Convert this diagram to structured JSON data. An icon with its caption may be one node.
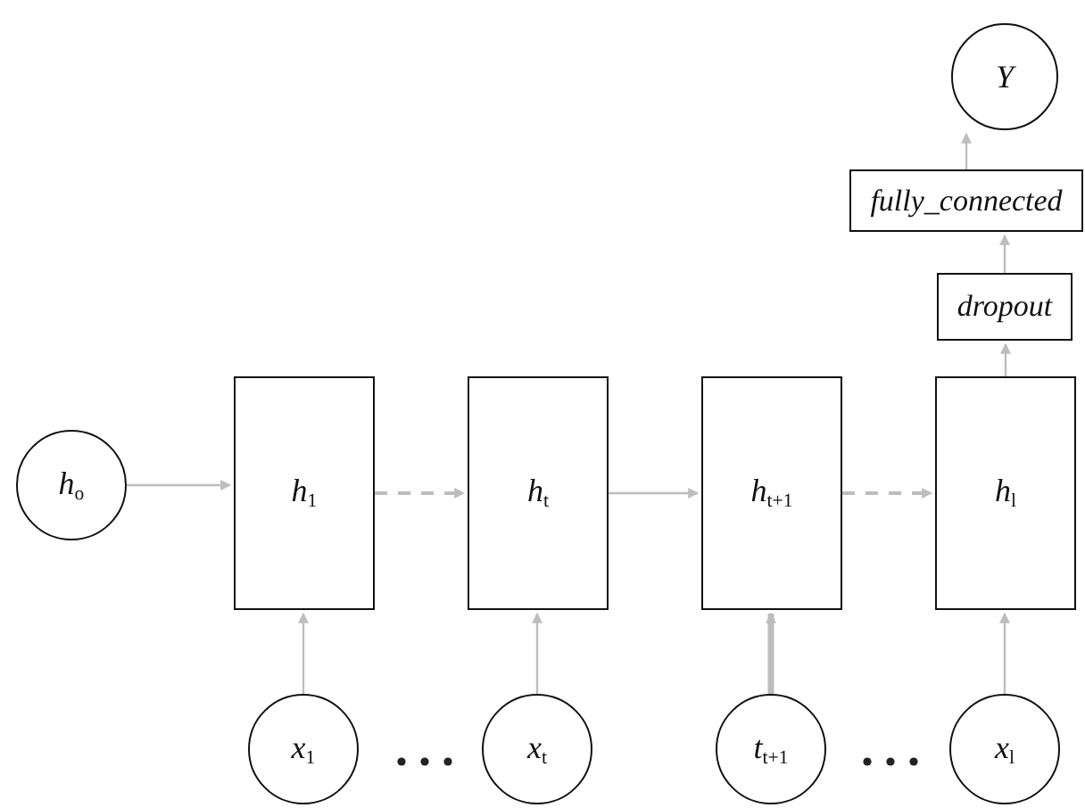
{
  "diagram": {
    "nodes": [
      {
        "text": [
          "h$_{o}$"
        ]
      },
      {
        "text": [
          "h$_{1}$"
        ]
      },
      {
        "text": [
          "h$_{t}$"
        ]
      },
      {
        "text": [
          "h$_{t+1}$"
        ]
      },
      {
        "text": [
          "h$_{l}$"
        ]
      },
      {
        "text": [
          "x$_{1}$"
        ]
      },
      {
        "text": [
          "x$_{t}$"
        ]
      },
      {
        "text": [
          "t$_{t+1}$"
        ]
      },
      {
        "text": [
          "x$_{l}$"
        ]
      },
      {
        "text": [
          "dropout"
        ]
      },
      {
        "text": [
          "fully_connected"
        ]
      },
      {
        "text": [
          "Y"
        ]
      }
    ],
    "edges": [
      {
        "from": 0,
        "to": 1,
        "arrow": "to"
      },
      {
        "from": 1,
        "to": 2,
        "arrow": "to",
        "style": "dashed"
      },
      {
        "from": 2,
        "to": 3,
        "arrow": "to"
      },
      {
        "from": 3,
        "to": 4,
        "arrow": "to",
        "style": "dashed"
      },
      {
        "from": 5,
        "to": 1,
        "arrow": "to"
      },
      {
        "from": 6,
        "to": 2,
        "arrow": "to"
      },
      {
        "from": 7,
        "to": 3,
        "arrow": "to",
        "style": "thick"
      },
      {
        "from": 8,
        "to": 4,
        "arrow": "to"
      },
      {
        "from": 4,
        "to": 9,
        "arrow": "to"
      },
      {
        "from": 9,
        "to": 10,
        "arrow": "to"
      },
      {
        "from": 10,
        "to": 11,
        "arrow": "to"
      }
    ]
  }
}
